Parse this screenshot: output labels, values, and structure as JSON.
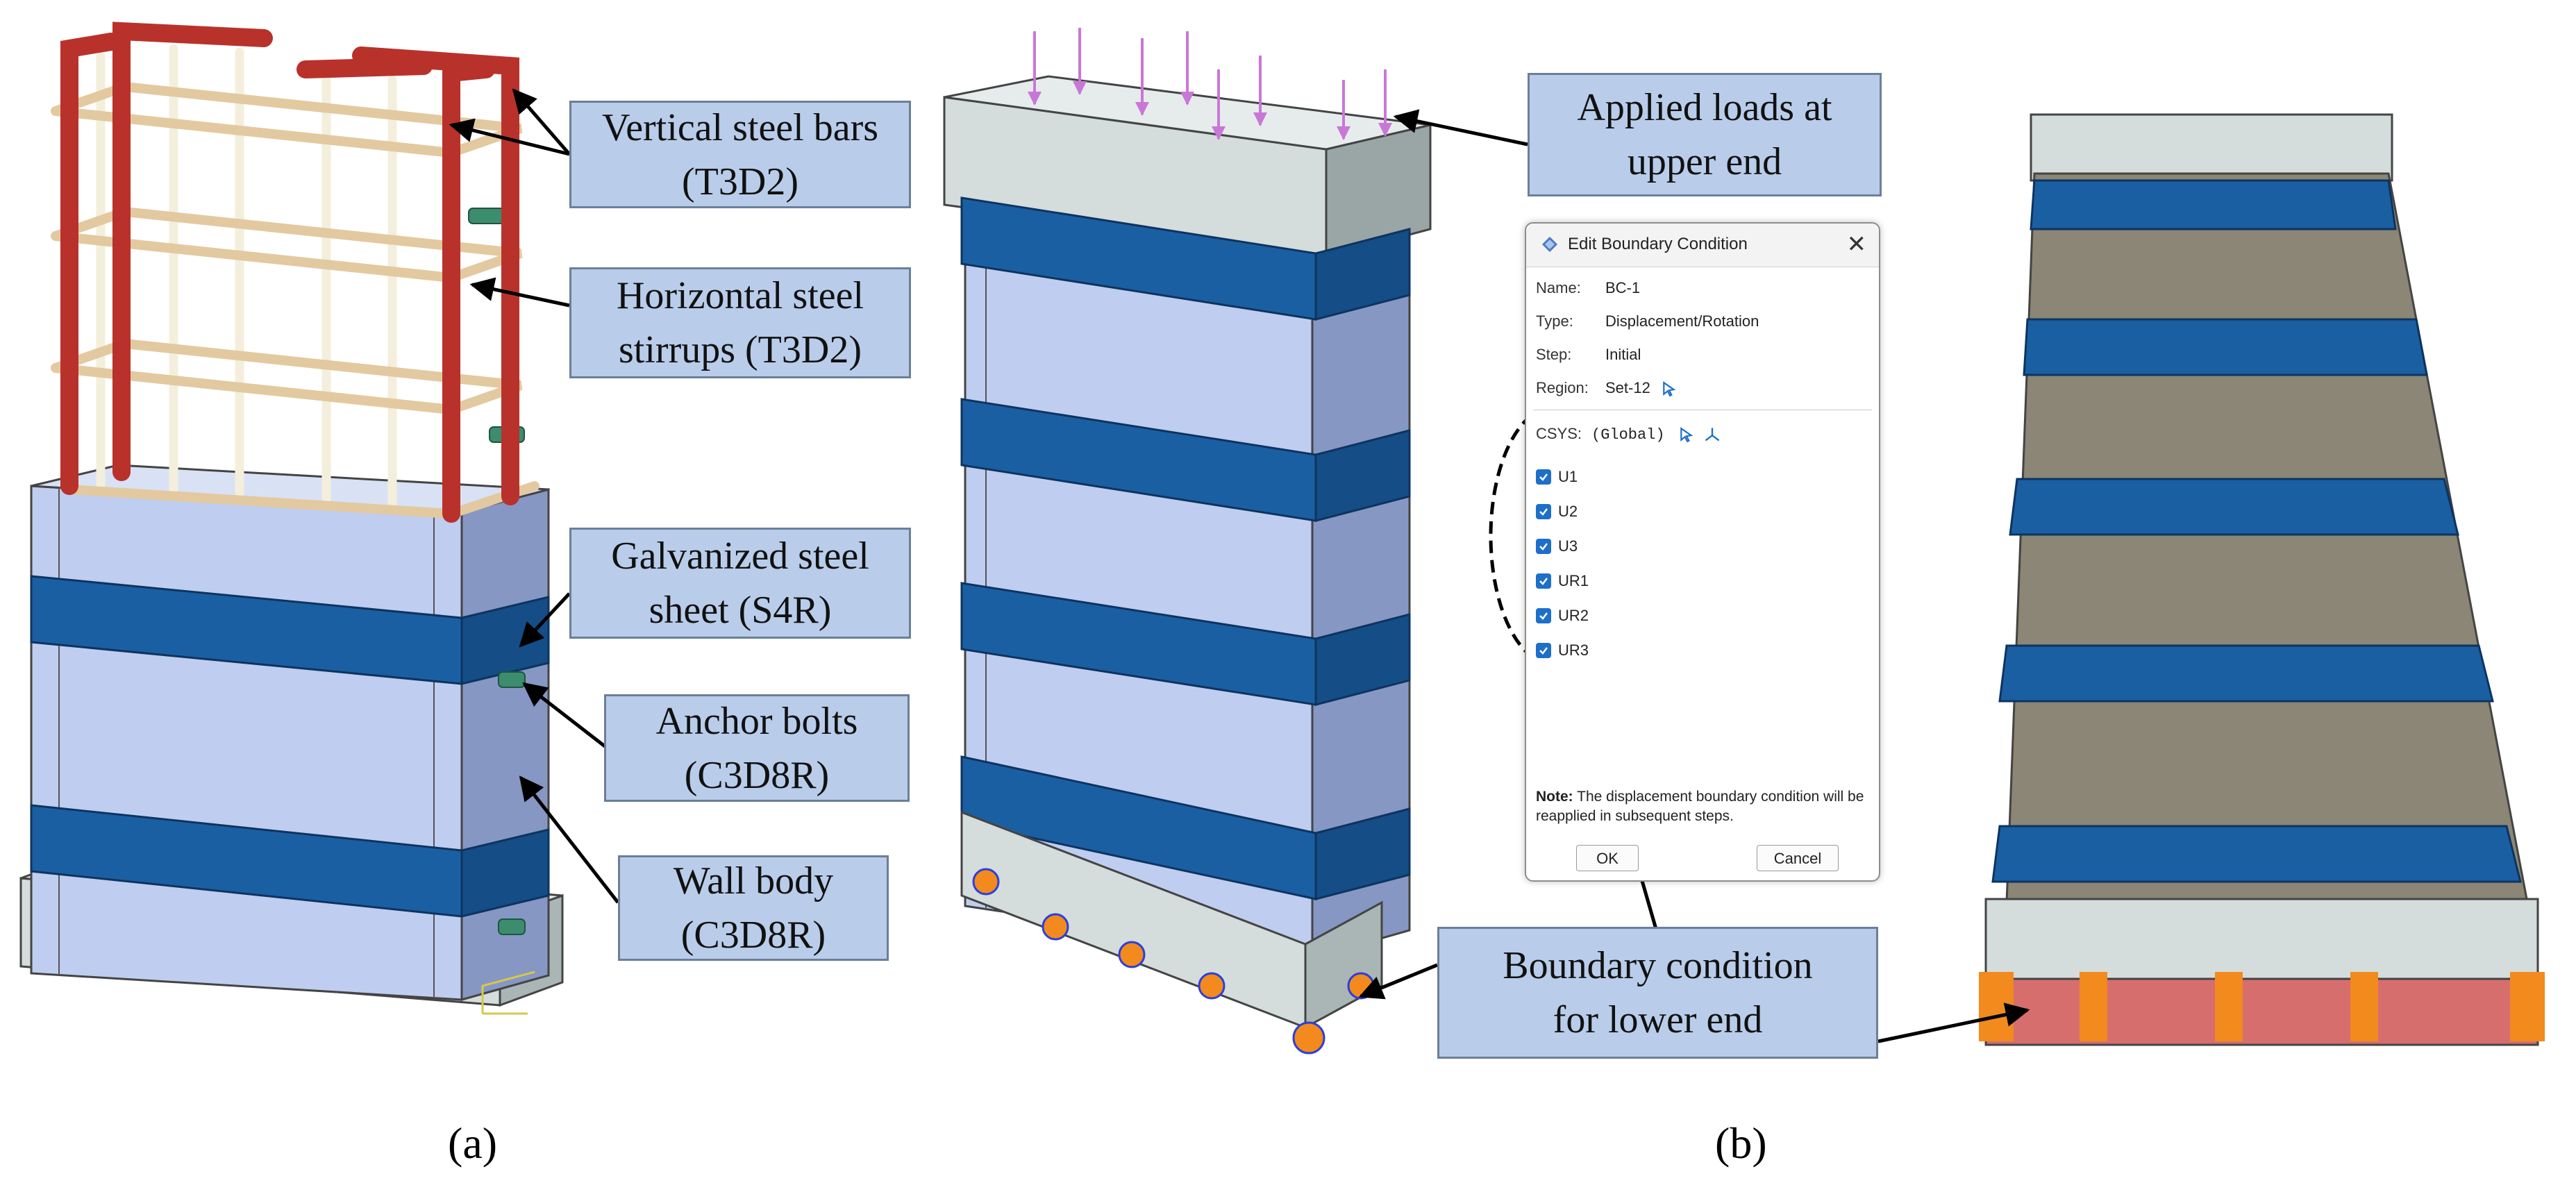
{
  "callouts": {
    "vertical_bars": [
      "Vertical steel bars",
      "(T3D2)"
    ],
    "horizontal_stirrups": [
      "Horizontal steel",
      "stirrups (T3D2)"
    ],
    "galvanized_sheet": [
      "Galvanized steel",
      "sheet (S4R)"
    ],
    "anchor_bolts": [
      "Anchor bolts",
      "(C3D8R)"
    ],
    "wall_body": [
      "Wall body",
      "(C3D8R)"
    ],
    "applied_loads": [
      "Applied loads at",
      "upper end"
    ],
    "boundary_condition": [
      "Boundary condition",
      "for lower end"
    ]
  },
  "panel_labels": {
    "a": "(a)",
    "b": "(b)"
  },
  "dialog": {
    "title": "Edit Boundary Condition",
    "close_glyph": "✕",
    "name_label": "Name:",
    "name_value": "BC-1",
    "type_label": "Type:",
    "type_value": "Displacement/Rotation",
    "step_label": "Step:",
    "step_value": "Initial",
    "region_label": "Region:",
    "region_value": "Set-12",
    "csys_label": "CSYS:",
    "csys_value": "(Global)",
    "dofs": [
      "U1",
      "U2",
      "U3",
      "UR1",
      "UR2",
      "UR3"
    ],
    "note_label": "Note:",
    "note_text": "The displacement boundary condition will be reapplied in subsequent steps.",
    "ok_label": "OK",
    "cancel_label": "Cancel"
  },
  "colors": {
    "callout_fill": "#b9cdea",
    "rebar_red": "#b8322b",
    "rebar_tan": "#e3c9a0",
    "rebar_white": "#f3efdc",
    "wall_blue": "#bfcdf0",
    "steel_band": "#1b5fa3",
    "base_gray": "#d4dcdc",
    "load_arrow": "#c977d6",
    "bc_orange": "#f28a1e",
    "bc_blue": "#2b3fd9",
    "wall_top_olive": "#8b8675",
    "base_red": "#d66e6e"
  }
}
